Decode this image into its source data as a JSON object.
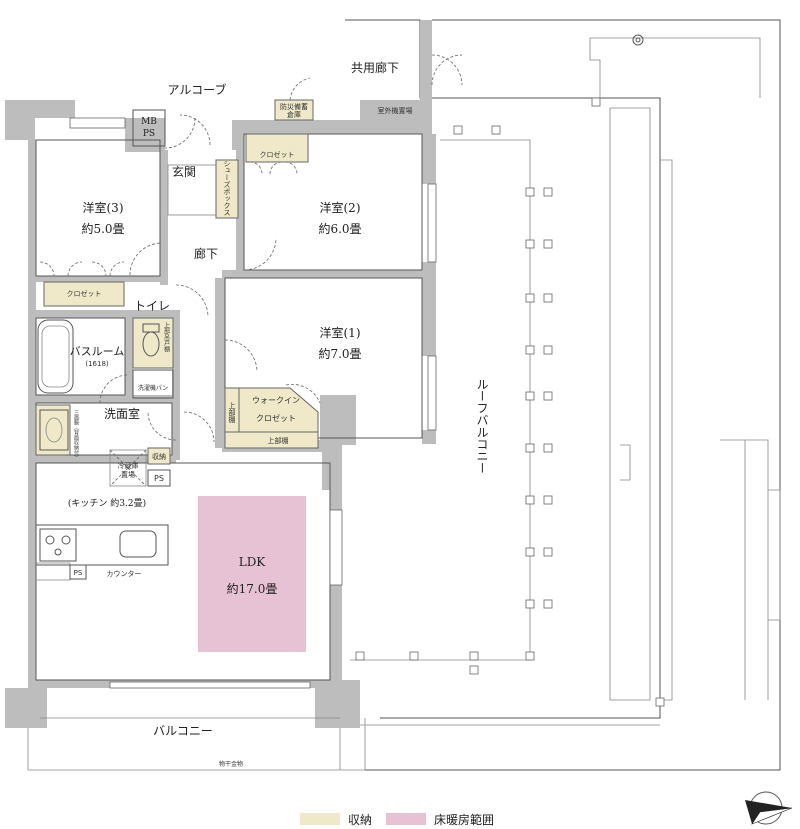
{
  "labels": {
    "common_corridor": "共用廊下",
    "alcove": "アルコーブ",
    "mbps_1": "MB",
    "mbps_2": "PS",
    "disaster_storage_1": "防災備蓄",
    "disaster_storage_2": "倉庫",
    "outdoor_unit": "室外機置場",
    "entrance": "玄関",
    "shoe_box": "シューズボックス",
    "closet": "クロゼット",
    "room3_name": "洋室(3)",
    "room3_size": "約5.0畳",
    "room2_name": "洋室(2)",
    "room2_size": "約6.0畳",
    "hallway": "廊下",
    "toilet": "トイレ",
    "upper_cabinet": "上部吊戸棚",
    "room1_name": "洋室(1)",
    "room1_size": "約7.0畳",
    "bathroom": "バスルーム",
    "bath_size": "(1618)",
    "washer_pan": "洗濯機パン",
    "washroom": "洗面室",
    "vanity_storage": "三面鏡（背面収納付）",
    "walkin_1": "ウォークイン",
    "walkin_2": "クロゼット",
    "upper_shelf": "上部棚",
    "fridge_1": "冷蔵庫",
    "fridge_2": "置場",
    "storage": "収納",
    "ps": "PS",
    "kitchen": "(キッチン 約3.2畳)",
    "counter": "カウンター",
    "ldk_name": "LDK",
    "ldk_size": "約17.0畳",
    "roof_balcony": "ルーフバルコニー",
    "balcony": "バルコニー",
    "drying_hardware": "物干金物"
  },
  "legend": {
    "storage": "収納",
    "floor_heating": "床暖房範囲"
  },
  "colors": {
    "wall": "#bdbdbd",
    "storage_fill": "#efe9c9",
    "floor_heating_fill": "#e7c1d4"
  }
}
